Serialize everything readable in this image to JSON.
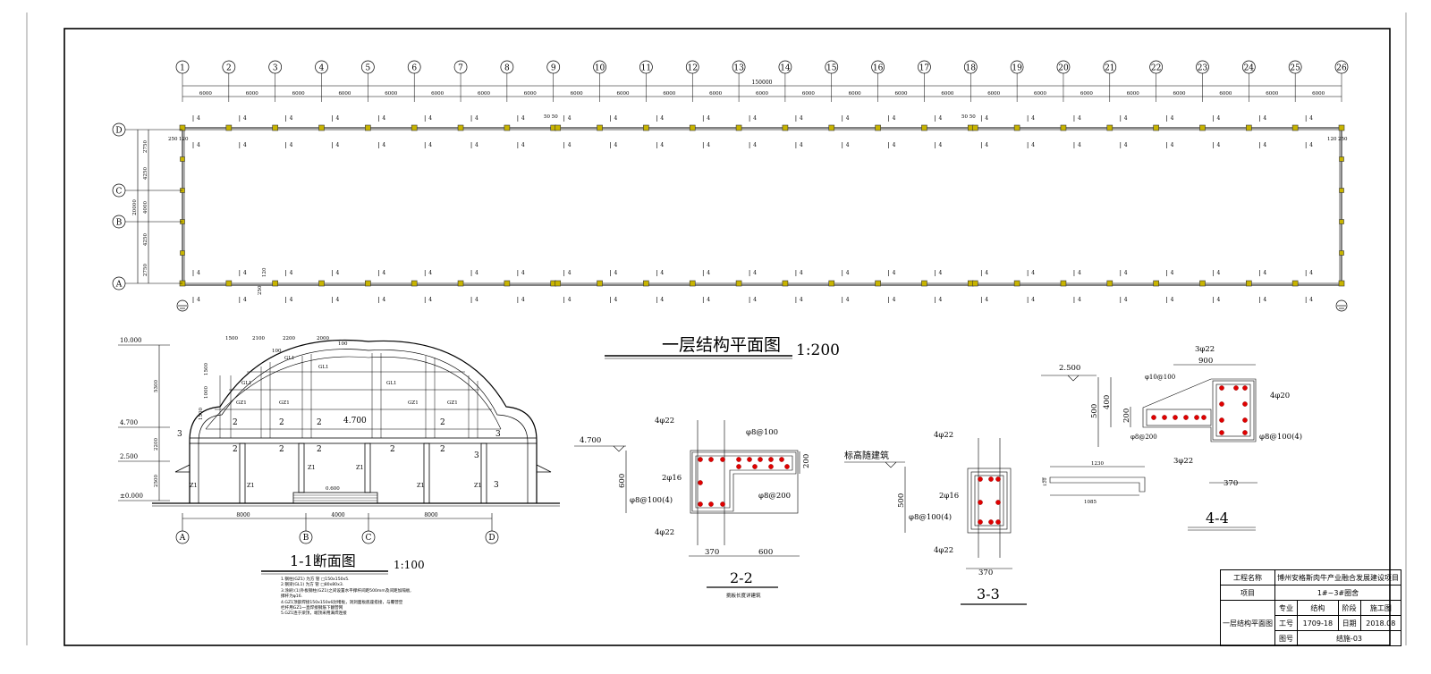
{
  "plan": {
    "axes_numbers": [
      "1",
      "2",
      "3",
      "4",
      "5",
      "6",
      "7",
      "8",
      "9",
      "10",
      "11",
      "12",
      "13",
      "14",
      "15",
      "16",
      "17",
      "18",
      "19",
      "20",
      "21",
      "22",
      "23",
      "24",
      "25",
      "26"
    ],
    "axes_letters": [
      "D",
      "C",
      "B",
      "A"
    ],
    "spacing": "6000",
    "total": "150000",
    "left_dims": [
      "2750",
      "4250",
      "20000",
      "4000",
      "4250",
      "2750"
    ],
    "marker": "4",
    "notes": {
      "n120a": "120",
      "n250a": "250",
      "n250b": "250",
      "n120b": "120",
      "n5050": "50 50",
      "n250c": "250",
      "n120c": "120"
    },
    "title": "一层结构平面图",
    "scale": "1:200"
  },
  "section": {
    "levels": [
      "10.000",
      "4.700",
      "2.500",
      "±0.000"
    ],
    "left_dims": [
      "5300",
      "2200",
      "2500"
    ],
    "top_dims": [
      "1500",
      "2100",
      "2200",
      "2000"
    ],
    "side_dims": [
      "1500",
      "1000",
      "1500"
    ],
    "bottom_dims": [
      "8000",
      "4000",
      "8000"
    ],
    "axes": [
      "A",
      "B",
      "C",
      "D"
    ],
    "col_label": "Z1",
    "labels": [
      "2",
      "3"
    ],
    "small": [
      "GL1",
      "GZ1",
      "100"
    ],
    "floor_level": "0.600",
    "mid_level": "4.700",
    "title": "1-1断面图",
    "scale": "1:100",
    "notes": [
      "1.钢柱(GZ1) 为方  管 □150x150x5.",
      "2.钢梁(GL1) 为方  管 □80x80x3.",
      "3.涂刷:(1)外板钢柱(GZ1)之间设置水平撑杆间距500mm及间距加隔板,",
      "   撑杆为φ16.",
      "4.GZ1顶部焊接150x150x6封堵板，洞洞面板底座搭接，与覆营空",
      "   栏杆用GZ1一直焊接钢筋下翻营网",
      "5.GZ1连于梁顶，端顶采用满焊连接"
    ]
  },
  "s22": {
    "top": "4φ22",
    "stirrup": "φ8@100",
    "mid": "2φ16",
    "dist": "φ8@200",
    "stir4": "φ8@100(4)",
    "bottom": "4φ22",
    "level": "4.700",
    "h": "600",
    "w200": "200",
    "w370": "370",
    "w600": "600",
    "title": "2-2",
    "sub": "挑板长度详建筑"
  },
  "s33": {
    "top": "4φ22",
    "label": "标高随建筑",
    "mid": "2φ16",
    "stir4": "φ8@100(4)",
    "bottom": "4φ22",
    "h": "500",
    "w": "370",
    "title": "3-3"
  },
  "s44": {
    "top": "3φ22",
    "w900": "900",
    "dist": "φ10@100",
    "level": "2.500",
    "h500": "500",
    "h400": "400",
    "h200": "200",
    "r420": "4φ20",
    "stir4": "φ8@100(4)",
    "d200": "φ8@200",
    "bottom": "3φ22",
    "w370": "370",
    "d1230": "1230",
    "d1085": "1085",
    "d120": "120",
    "title": "4-4"
  },
  "title_block": {
    "project_label": "工程名称",
    "project_value": "博州安格斯肉牛产业融合发展建设项目",
    "item_label": "项目",
    "item_value": "1#~3#圈舍",
    "drawing_name": "一层结构平面图",
    "major_label": "专业",
    "major_value": "结构",
    "stage_label": "阶段",
    "stage_value": "施工图",
    "job_label": "工号",
    "job_value": "1709-18",
    "date_label": "日期",
    "date_value": "2018.08",
    "no_label": "图号",
    "no_value": "结施-03"
  }
}
